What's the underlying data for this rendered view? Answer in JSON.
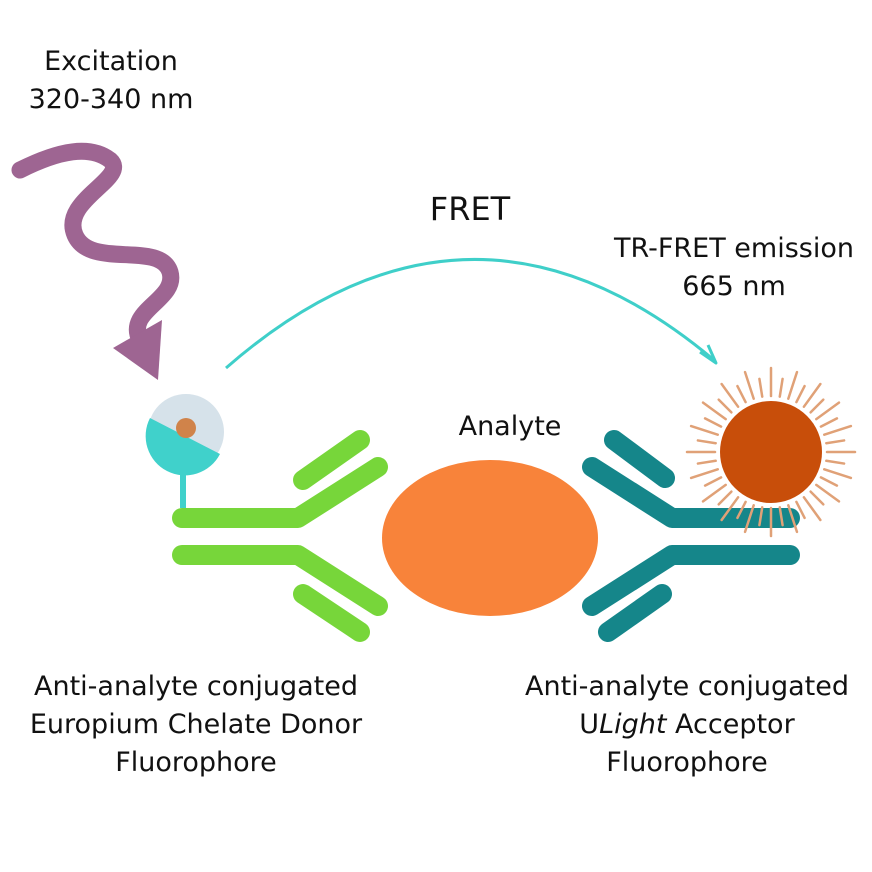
{
  "labels": {
    "excitation": {
      "line1": "Excitation",
      "line2": "320-340 nm"
    },
    "fret": "FRET",
    "emission": {
      "line1": "TR-FRET emission",
      "line2": "665 nm"
    },
    "analyte": "Analyte",
    "donor": {
      "line1": "Anti-analyte conjugated",
      "line2": "Europium Chelate Donor",
      "line3": "Fluorophore"
    },
    "acceptor": {
      "line1": "Anti-analyte conjugated",
      "line2_prefix": "U",
      "line2_italic": "Light",
      "line2_suffix": " Acceptor",
      "line3": "Fluorophore"
    }
  },
  "colors": {
    "excitation_wave": "#9e6592",
    "fret_arrow": "#3fcfc9",
    "donor_antibody": "#77d63a",
    "acceptor_antibody": "#15868a",
    "analyte": "#f8833a",
    "donor_disk": "#d6e2ea",
    "donor_wedge": "#40d1cb",
    "donor_core": "#d0834a",
    "acceptor_sun": "#c84e0a",
    "sun_rays": "#e0a177"
  },
  "icons": [
    "wavy-arrow-icon",
    "curved-arrow-icon",
    "fluorophore-icon",
    "sun-icon"
  ]
}
